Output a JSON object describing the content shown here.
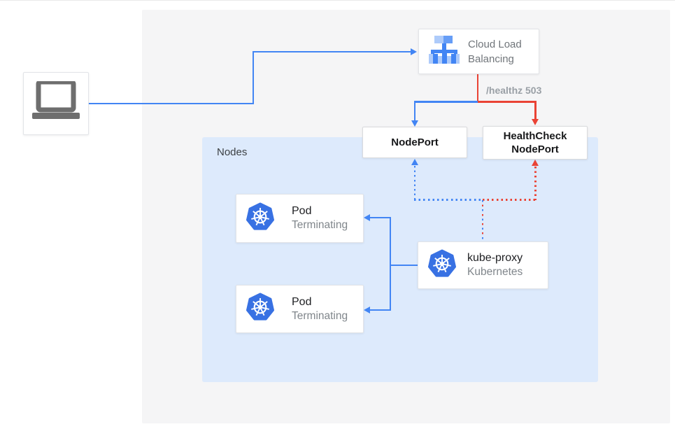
{
  "colors": {
    "blue": "#4285f4",
    "red": "#ea4335",
    "kubernetes_blue": "#3871e3",
    "nodes_bg": "#ddeafc",
    "panel_bg": "#f5f5f6"
  },
  "client": {
    "icon": "laptop-icon"
  },
  "load_balancer": {
    "label": "Cloud Load Balancing",
    "icon": "cloud-load-balancing-icon"
  },
  "edges": {
    "healthz_label": "/healthz 503"
  },
  "node_port": {
    "label": "NodePort"
  },
  "health_check_node_port": {
    "label": "HealthCheck NodePort"
  },
  "nodes_group": {
    "label": "Nodes"
  },
  "pods": [
    {
      "title": "Pod",
      "status": "Terminating"
    },
    {
      "title": "Pod",
      "status": "Terminating"
    }
  ],
  "kube_proxy": {
    "title": "kube-proxy",
    "subtitle": "Kubernetes"
  }
}
